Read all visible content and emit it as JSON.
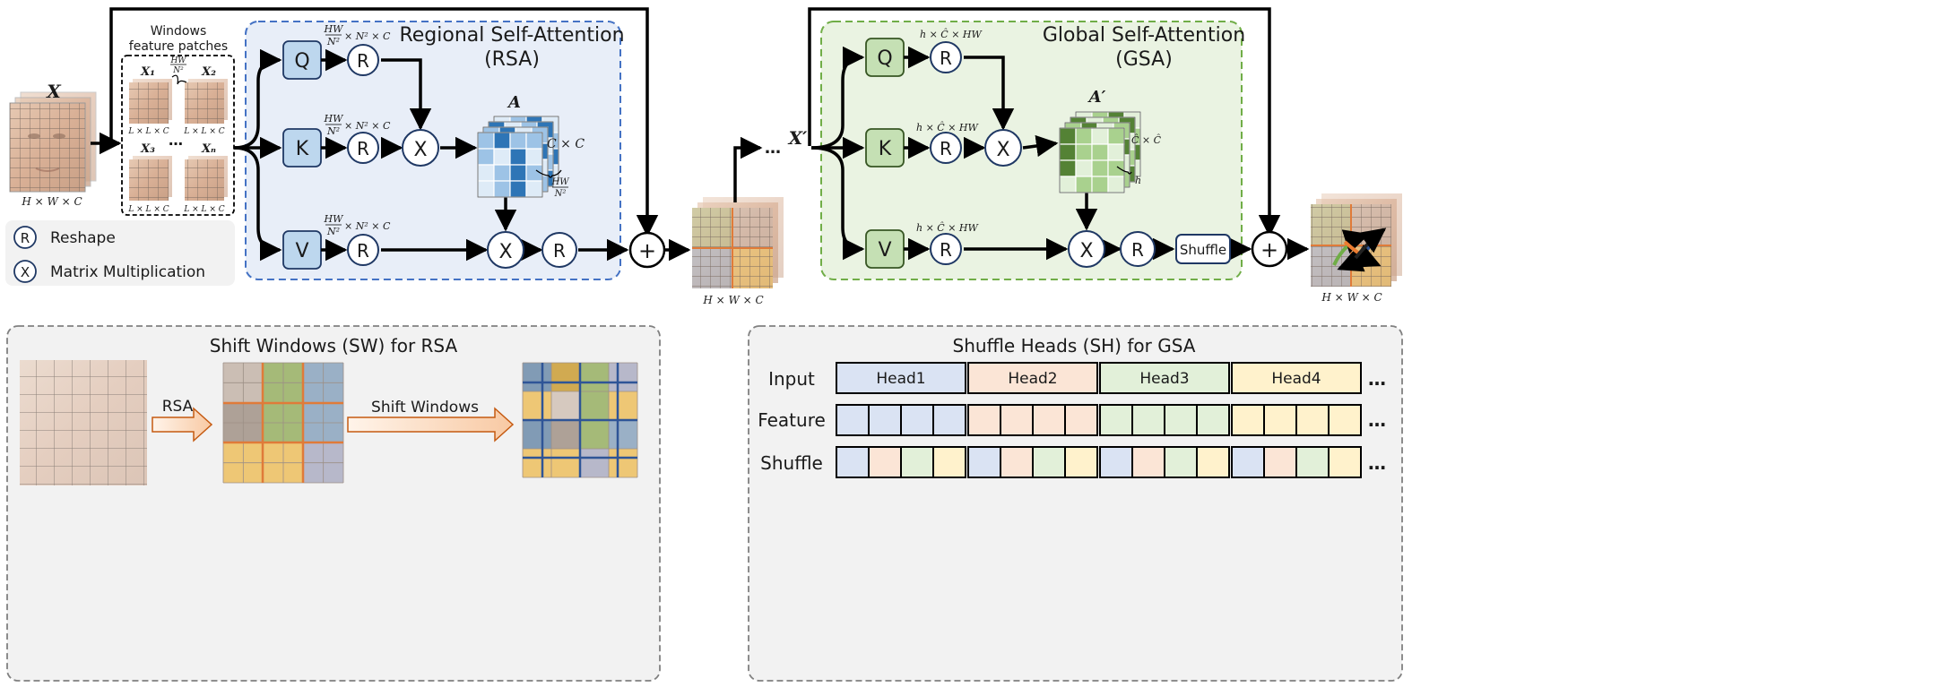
{
  "figure": {
    "x_label": "X",
    "x_size": "H × W × C",
    "windows_title": [
      "Windows",
      "feature patches"
    ],
    "patch_labels": [
      "X₁",
      "X₂",
      "X₃",
      "Xₙ"
    ],
    "patch_dots": "…",
    "patch_size": "L × L × C",
    "patch_count_num": "HW",
    "patch_count_den": "N²",
    "reshape_symbol": "R",
    "matmul_symbol": "X",
    "add_symbol": "+"
  },
  "rsa": {
    "title": "Regional Self-Attention",
    "abbr": "(RSA)",
    "accent": "#4472c4",
    "fill": "#e8eef8",
    "q": "Q",
    "k": "K",
    "v": "V",
    "shape_num": "HW",
    "shape_den": "N²",
    "shape_rest": "× N² × C",
    "attn_label": "A",
    "attn_size": "C × C",
    "attn_count_num": "HW",
    "attn_count_den": "N²"
  },
  "mid": {
    "x_prime": "X′",
    "dots": "…",
    "size": "H × W × C"
  },
  "gsa": {
    "title": "Global Self-Attention",
    "abbr": "(GSA)",
    "accent": "#70ad47",
    "fill": "#eaf3e2",
    "q": "Q",
    "k": "K",
    "v": "V",
    "shape": "h × Ĉ × HW",
    "attn_label": "A′",
    "attn_size": "Ĉ × Ĉ",
    "attn_count": "h",
    "shuffle": "Shuffle"
  },
  "output": {
    "size": "H × W × C"
  },
  "legend": [
    {
      "symbol": "R",
      "text": "Reshape"
    },
    {
      "symbol": "X",
      "text": "Matrix Multiplication"
    }
  ],
  "sw": {
    "title": "Shift Windows (SW) for RSA",
    "arrow1": "RSA",
    "arrow2": "Shift Windows"
  },
  "sh": {
    "title": "Shuffle Heads (SH) for GSA",
    "rows": [
      "Input",
      "Feature",
      "Shuffle"
    ],
    "heads": [
      "Head1",
      "Head2",
      "Head3",
      "Head4"
    ],
    "ellipsis": "…",
    "colors": [
      "#dae3f3",
      "#fbe5d6",
      "#e2f0d9",
      "#fff2cc"
    ]
  }
}
